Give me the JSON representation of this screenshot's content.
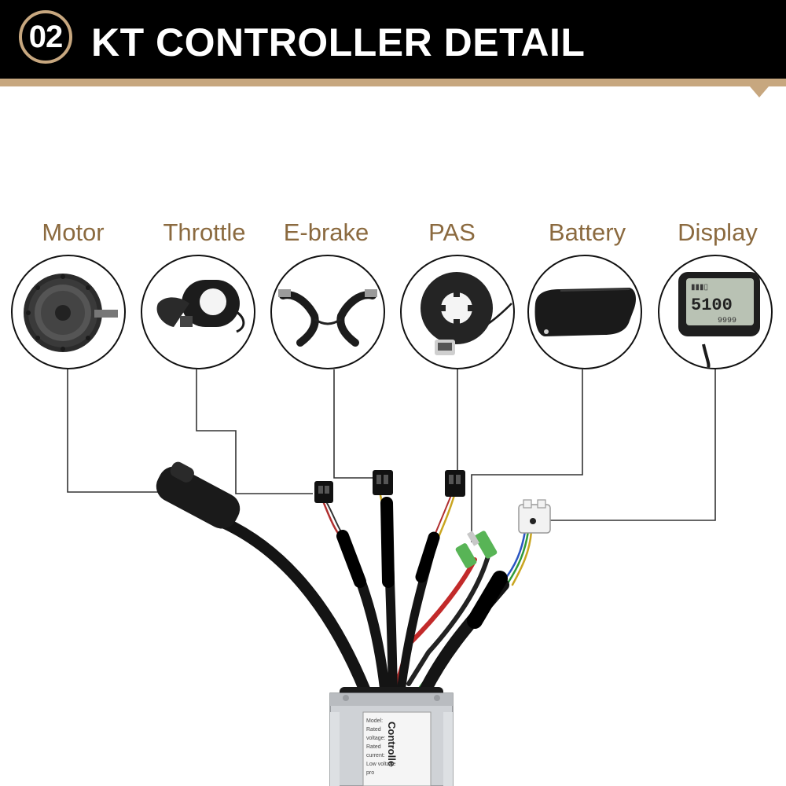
{
  "header": {
    "number": "02",
    "title": "KT CONTROLLER DETAIL"
  },
  "components": [
    {
      "label": "Motor",
      "icon": "hub-motor-icon"
    },
    {
      "label": "Throttle",
      "icon": "thumb-throttle-icon"
    },
    {
      "label": "E-brake",
      "icon": "brake-levers-icon"
    },
    {
      "label": "PAS",
      "icon": "pas-sensor-icon"
    },
    {
      "label": "Battery",
      "icon": "battery-pack-icon"
    },
    {
      "label": "Display",
      "icon": "lcd-display-icon"
    }
  ],
  "display_screen": {
    "speed": "5100",
    "trip": "9999"
  },
  "controller": {
    "label": "Controlle",
    "spec_lines": [
      "Model:",
      "Rated voltage:",
      "Rated current:",
      "Low voltage pro"
    ]
  },
  "colors": {
    "header_bg": "#000000",
    "accent": "#c7a77f",
    "label_text": "#8b6a3f"
  }
}
